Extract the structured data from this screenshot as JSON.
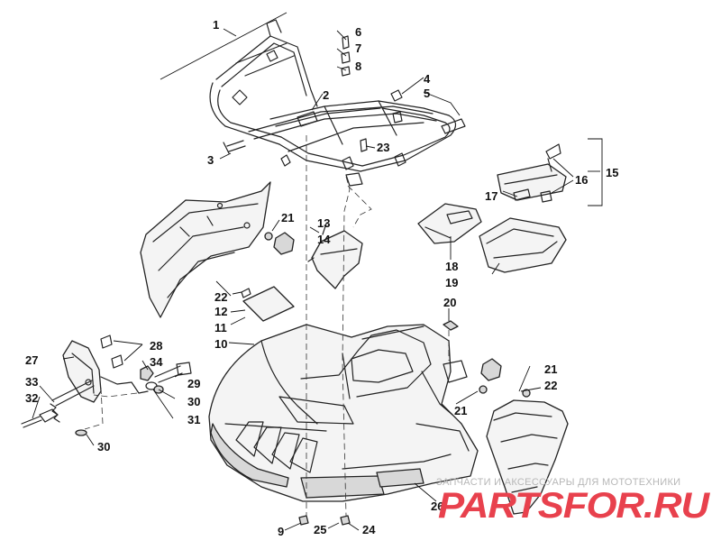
{
  "callouts": {
    "c1": "1",
    "c2": "2",
    "c3": "3",
    "c4": "4",
    "c5": "5",
    "c6": "6",
    "c7": "7",
    "c8": "8",
    "c9": "9",
    "c10": "10",
    "c11": "11",
    "c12": "12",
    "c13": "13",
    "c14": "14",
    "c15": "15",
    "c16": "16",
    "c17": "17",
    "c18": "18",
    "c19": "19",
    "c20": "20",
    "c21a": "21",
    "c21b": "21",
    "c21c": "21",
    "c22a": "22",
    "c22b": "22",
    "c23": "23",
    "c24": "24",
    "c25": "25",
    "c26": "26",
    "c27": "27",
    "c28": "28",
    "c29": "29",
    "c30a": "30",
    "c30b": "30",
    "c31": "31",
    "c32": "32",
    "c33": "33",
    "c34": "34"
  },
  "watermark": {
    "tagline": "ЗАПЧАСТИ И АКСЕССУАРЫ ДЛЯ МОТОТЕХНИКИ",
    "logo": "PARTSFOR.RU"
  }
}
